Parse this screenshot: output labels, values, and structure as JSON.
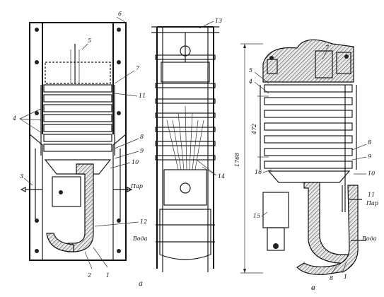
{
  "view_a": {
    "callouts": [
      "6",
      "5",
      "7",
      "11",
      "4",
      "8",
      "9",
      "10",
      "3",
      "12",
      "2",
      "1"
    ],
    "steam_label": "Пар",
    "water_label": "Вода",
    "view_letter": "а"
  },
  "view_b": {
    "callouts": [
      "13",
      "14"
    ]
  },
  "view_c": {
    "callouts": [
      "7",
      "5",
      "4",
      "8",
      "9",
      "16",
      "10",
      "11",
      "15",
      "8",
      "1"
    ],
    "dim_total": "1768",
    "dim_plates": "472",
    "steam_label": "Пар",
    "water_label": "Вода",
    "view_letter": "в"
  }
}
